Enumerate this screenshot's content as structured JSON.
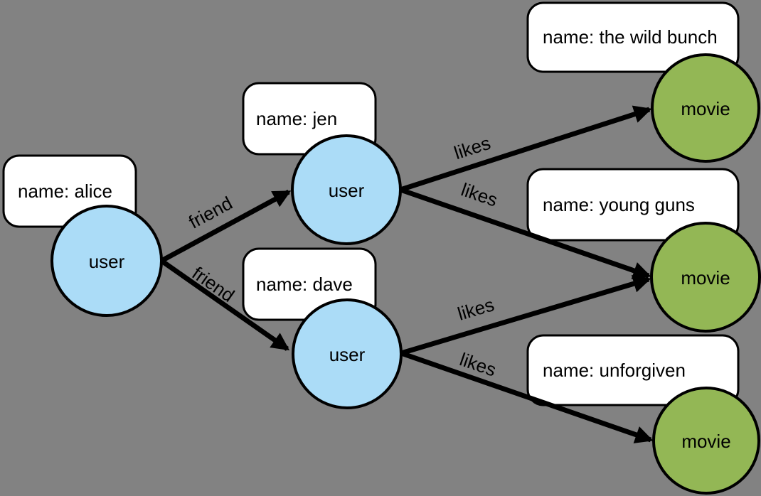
{
  "diagram": {
    "background_color": "#828282",
    "colors": {
      "user_fill": "#ABDCF7",
      "movie_fill": "#93B755",
      "property_box_fill": "#FFFFFF",
      "line_color": "#000000"
    },
    "nodes": {
      "alice": {
        "type": "user",
        "label": "user",
        "property": "name: alice"
      },
      "jen": {
        "type": "user",
        "label": "user",
        "property": "name: jen"
      },
      "dave": {
        "type": "user",
        "label": "user",
        "property": "name: dave"
      },
      "the_wild_bunch": {
        "type": "movie",
        "label": "movie",
        "property": "name: the wild bunch"
      },
      "young_guns": {
        "type": "movie",
        "label": "movie",
        "property": "name: young guns"
      },
      "unforgiven": {
        "type": "movie",
        "label": "movie",
        "property": "name: unforgiven"
      }
    },
    "edges": {
      "alice_jen": {
        "label": "friend",
        "from": "alice",
        "to": "jen"
      },
      "alice_dave": {
        "label": "friend",
        "from": "alice",
        "to": "dave"
      },
      "jen_the_wild_bunch": {
        "label": "likes",
        "from": "jen",
        "to": "the_wild_bunch"
      },
      "jen_young_guns": {
        "label": "likes",
        "from": "jen",
        "to": "young_guns"
      },
      "dave_young_guns": {
        "label": "likes",
        "from": "dave",
        "to": "young_guns"
      },
      "dave_unforgiven": {
        "label": "likes",
        "from": "dave",
        "to": "unforgiven"
      }
    }
  }
}
